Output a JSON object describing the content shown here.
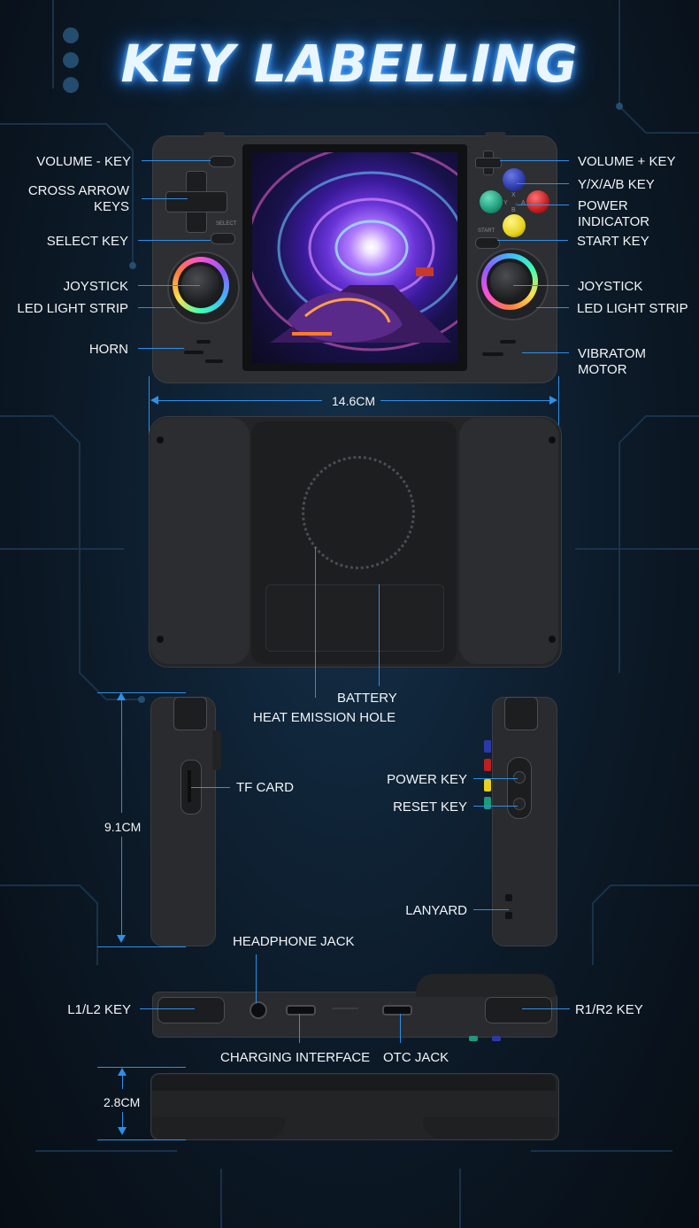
{
  "title": "KEY LABELLING",
  "front_labels": {
    "volume_minus": "VOLUME - KEY",
    "cross_arrow_keys_line1": "CROSS ARROW",
    "cross_arrow_keys_line2": "KEYS",
    "select_key": "SELECT KEY",
    "joystick_left": "JOYSTICK",
    "led_left": "LED LIGHT STRIP",
    "horn": "HORN",
    "volume_plus": "VOLUME + KEY",
    "yxab_key": "Y/X/A/B KEY",
    "power_indicator_line1": "POWER",
    "power_indicator_line2": "INDICATOR",
    "start_key": "START KEY",
    "joystick_right": "JOYSTICK",
    "led_right": "LED LIGHT STRIP",
    "vibration_line1": "VIBRATOM",
    "vibration_line2": "MOTOR"
  },
  "device_print": {
    "select": "SELECT",
    "start": "START",
    "btn_x": "X",
    "btn_y": "Y",
    "btn_a": "A",
    "btn_b": "B"
  },
  "width_dimension": "14.6CM",
  "back_labels": {
    "battery": "BATTERY",
    "heat_emission_hole": "HEAT EMISSION HOLE"
  },
  "side_labels": {
    "tf_card": "TF CARD",
    "height_dimension": "9.1CM",
    "power_key": "POWER KEY",
    "reset_key": "RESET KEY",
    "lanyard": "LANYARD"
  },
  "top_labels": {
    "headphone_jack": "HEADPHONE JACK",
    "l1l2_key": "L1/L2 KEY",
    "r1r2_key": "R1/R2 KEY",
    "charging_interface": "CHARGING INTERFACE",
    "otg_jack": "OTC JACK"
  },
  "thickness_dimension": "2.8CM",
  "colors": {
    "accent_line": "#2f8fe8",
    "title_glow": "#2f8fff",
    "btn_y": "#1e9a7a",
    "btn_x": "#2b3aa8",
    "btn_a": "#c01e1e",
    "btn_b": "#e8d21a"
  }
}
